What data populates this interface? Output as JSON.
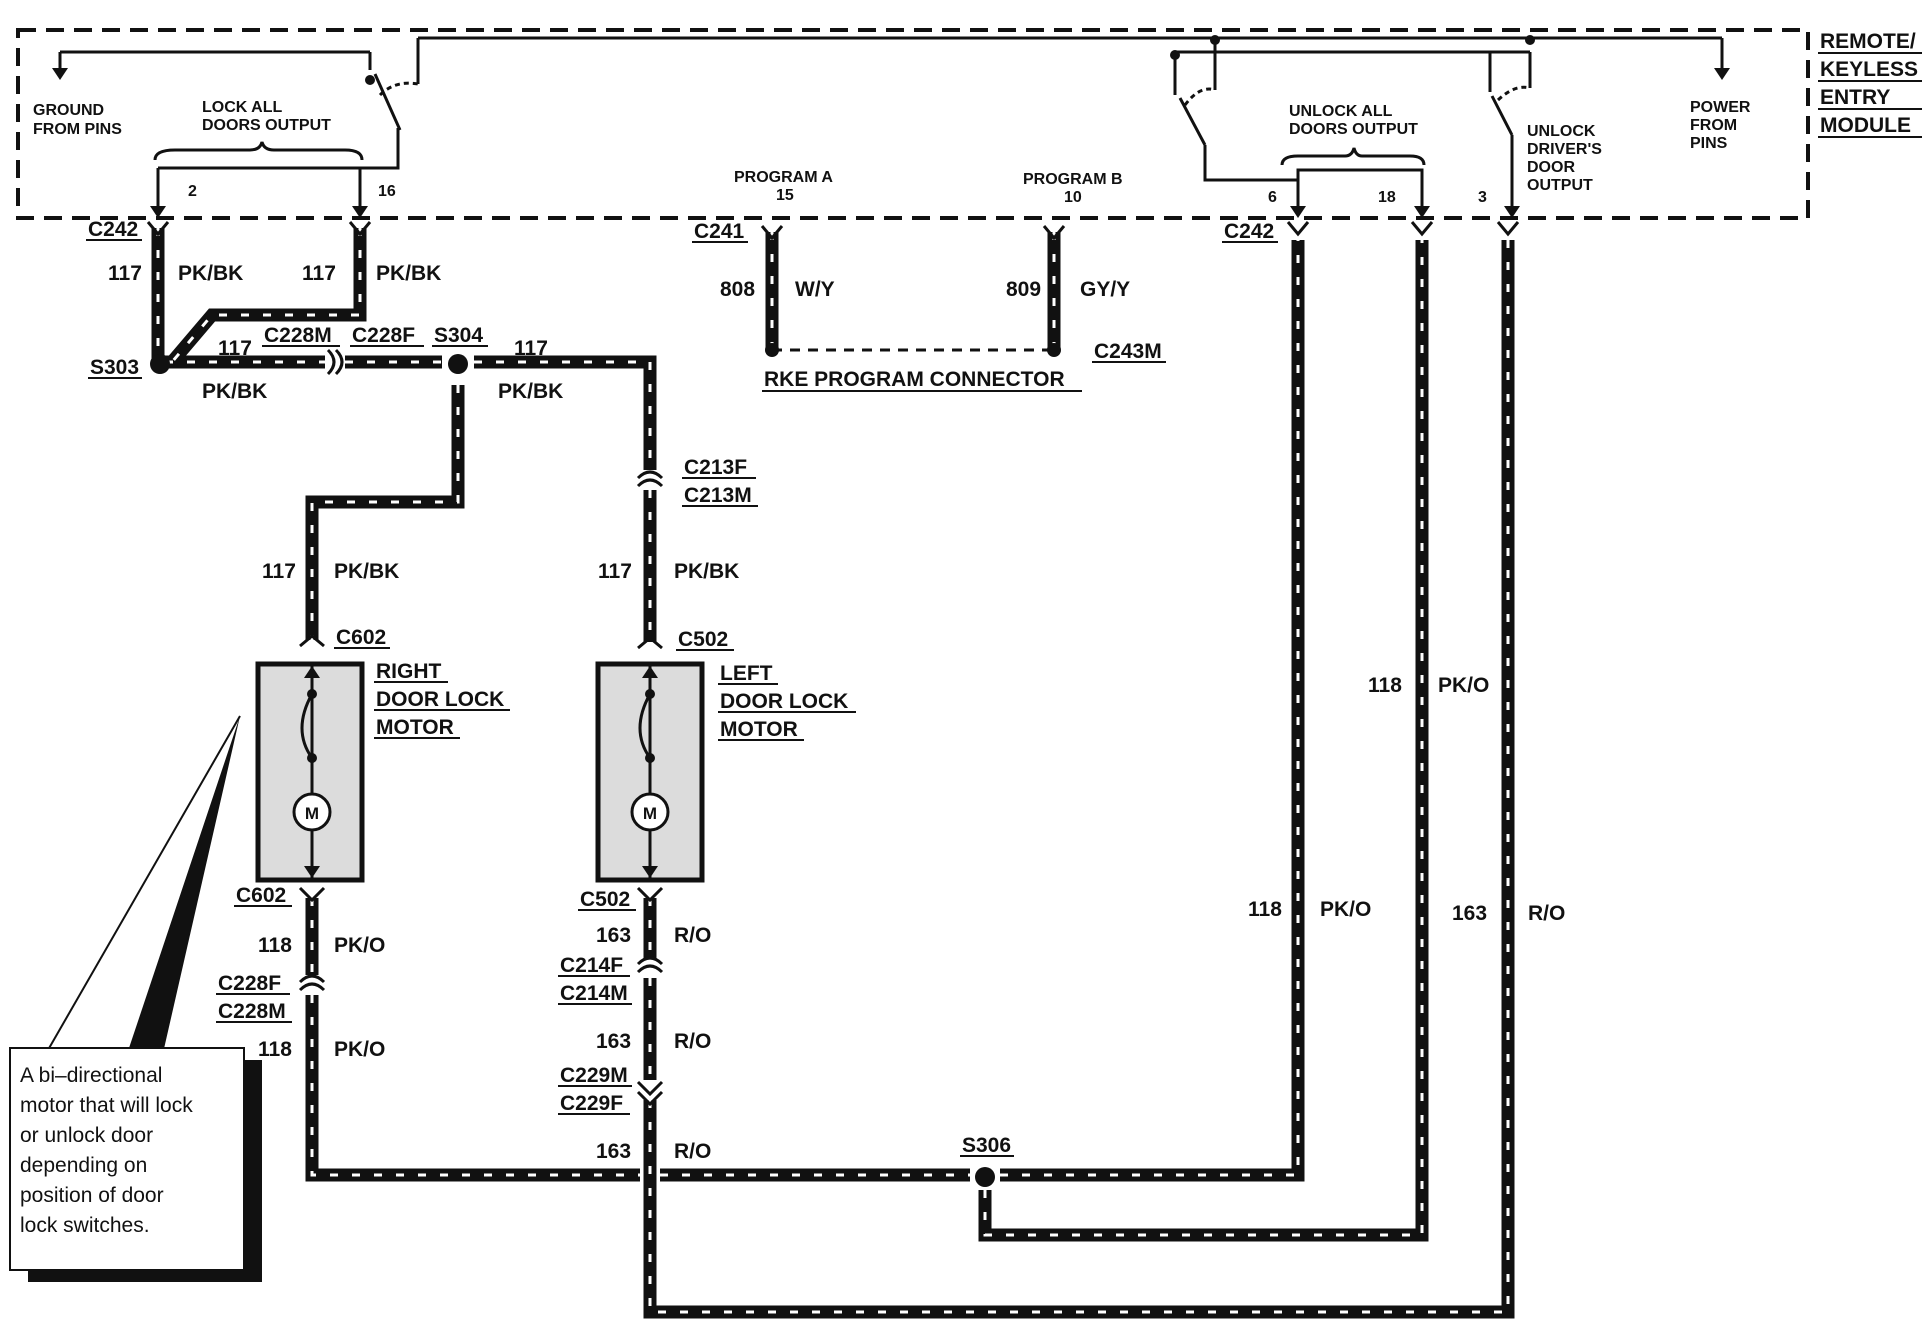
{
  "module": {
    "title_lines": [
      "REMOTE/",
      "KEYLESS",
      "ENTRY",
      "MODULE"
    ],
    "ground_label": [
      "GROUND",
      "FROM PINS"
    ],
    "power_label": [
      "POWER",
      "FROM",
      "PINS"
    ],
    "lock_all_label": [
      "LOCK ALL",
      "DOORS OUTPUT"
    ],
    "unlock_all_label": [
      "UNLOCK ALL",
      "DOORS OUTPUT"
    ],
    "unlock_driver_label": [
      "UNLOCK",
      "DRIVER'S",
      "DOOR",
      "OUTPUT"
    ],
    "program_a": "PROGRAM A",
    "program_a_pin": "15",
    "program_b": "PROGRAM B",
    "program_b_pin": "10",
    "pins": [
      "2",
      "16",
      "6",
      "18",
      "3"
    ]
  },
  "connectors": {
    "c242_left": "C242",
    "c242_right": "C242",
    "c241": "C241",
    "c243m": "C243M",
    "rke_program": "RKE PROGRAM CONNECTOR",
    "s303": "S303",
    "c228m_top": "C228M",
    "c228f_top": "C228F",
    "s304": "S304",
    "c213f": "C213F",
    "c213m": "C213M",
    "c602_top": "C602",
    "c502_top": "C502",
    "c602_bottom": "C602",
    "c502_bottom": "C502",
    "c228f_bottom": "C228F",
    "c228m_bottom": "C228M",
    "c214f": "C214F",
    "c214m": "C214M",
    "c229m": "C229M",
    "c229f": "C229F",
    "s306": "S306"
  },
  "motors": {
    "right": [
      "RIGHT",
      "DOOR LOCK",
      "MOTOR"
    ],
    "left": [
      "LEFT",
      "DOOR LOCK",
      "MOTOR"
    ],
    "symbol": "M"
  },
  "wires": {
    "w117": "117",
    "pkbk": "PK/BK",
    "w808": "808",
    "wy": "W/Y",
    "w809": "809",
    "gyy": "GY/Y",
    "w118": "118",
    "pko": "PK/O",
    "w163": "163",
    "ro": "R/O"
  },
  "note": {
    "lines": [
      "A bi–directional",
      "motor that will lock",
      "or unlock door",
      "depending on",
      "position of door",
      "lock switches."
    ]
  }
}
